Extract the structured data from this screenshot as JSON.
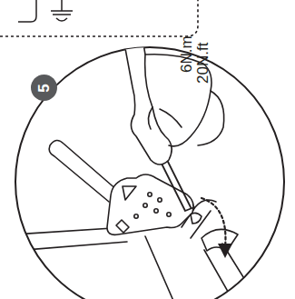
{
  "diagram": {
    "nodes": [
      {
        "text": [
          "5"
        ]
      }
    ],
    "labels": [
      "6N.m",
      "20N.ft"
    ]
  }
}
